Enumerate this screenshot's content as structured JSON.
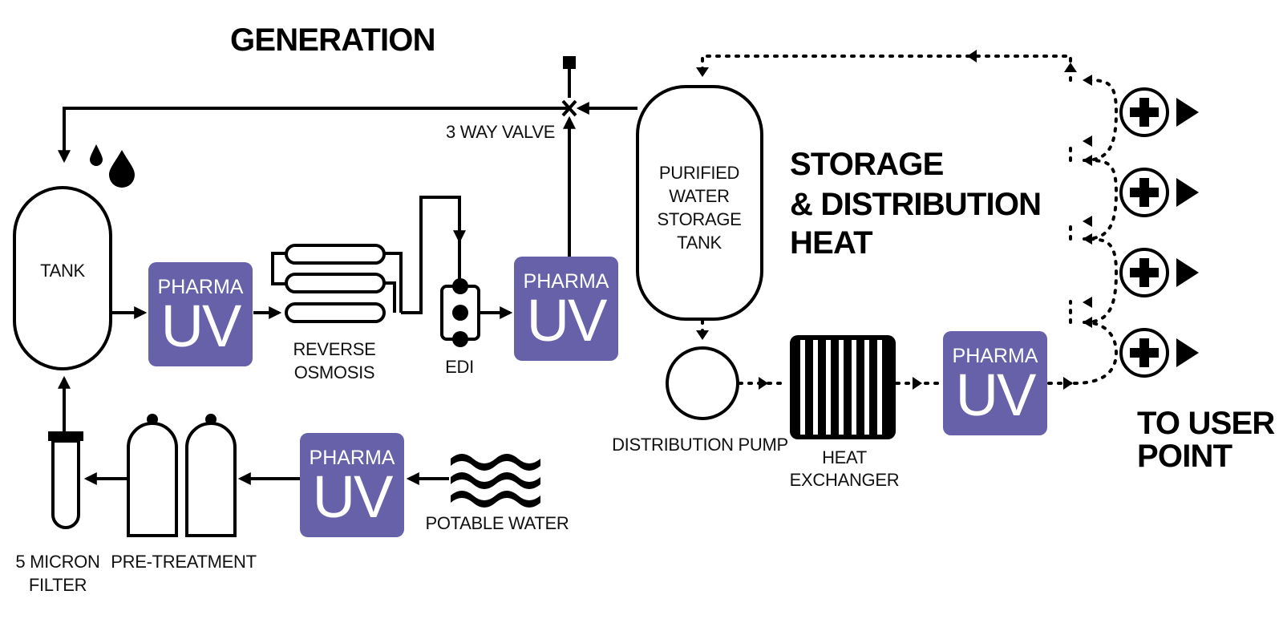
{
  "headings": {
    "generation": "GENERATION",
    "storage_line1": "STORAGE",
    "storage_line2": "& DISTRIBUTION",
    "storage_line3": "HEAT",
    "to_user_line1": "TO USER",
    "to_user_line2": "POINT"
  },
  "labels": {
    "tank": "TANK",
    "three_way_valve": "3 WAY VALVE",
    "storage_tank_l1": "PURIFIED",
    "storage_tank_l2": "WATER",
    "storage_tank_l3": "STORAGE",
    "storage_tank_l4": "TANK",
    "reverse_osmosis_l1": "REVERSE",
    "reverse_osmosis_l2": "OSMOSIS",
    "edi": "EDI",
    "distribution_pump": "DISTRIBUTION PUMP",
    "heat_exchanger_l1": "HEAT",
    "heat_exchanger_l2": "EXCHANGER",
    "potable_water": "POTABLE WATER",
    "micron_filter_l1": "5 MICRON",
    "micron_filter_l2": "FILTER",
    "pre_treatment": "PRE-TREATMENT"
  },
  "uv_units": [
    {
      "top": "PHARMA",
      "big": "UV"
    },
    {
      "top": "PHARMA",
      "big": "UV"
    },
    {
      "top": "PHARMA",
      "big": "UV"
    },
    {
      "top": "PHARMA",
      "big": "UV"
    }
  ],
  "colors": {
    "uv_box": "#6661a9",
    "line": "#000000",
    "background": "#ffffff"
  },
  "icons": [
    "water-drops-icon",
    "water-waves-icon",
    "plus-circle-icon",
    "arrow-icon",
    "valve-icon"
  ]
}
